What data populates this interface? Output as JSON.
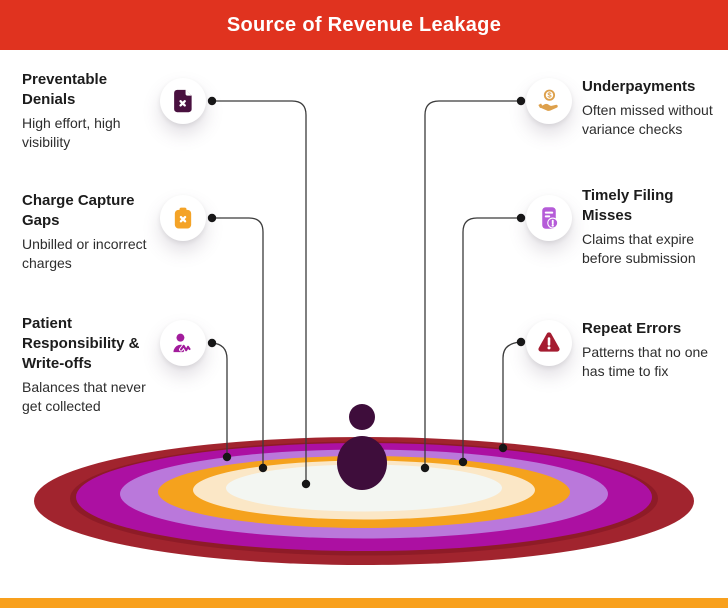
{
  "header": {
    "title": "Source of Revenue Leakage",
    "bg_color": "#E0331F",
    "text_color": "#FFFFFF"
  },
  "sources": {
    "left": [
      {
        "title": "Preventable Denials",
        "description": "High effort, high visibility",
        "icon": "file-x-icon",
        "icon_color": "#49103F"
      },
      {
        "title": "Charge Capture Gaps",
        "description": "Unbilled or incorrect charges",
        "icon": "clipboard-x-icon",
        "icon_color": "#F4A327"
      },
      {
        "title": "Patient Responsibility & Write-offs",
        "description": "Balances that never get collected",
        "icon": "patient-pulse-icon",
        "icon_color": "#A21C9C"
      }
    ],
    "right": [
      {
        "title": "Underpayments",
        "description": "Often missed without variance checks",
        "icon": "hand-coin-icon",
        "icon_color": "#DDA04B"
      },
      {
        "title": "Timely Filing Misses",
        "description": "Claims that expire before submission",
        "icon": "document-clock-icon",
        "icon_color": "#B55CD8"
      },
      {
        "title": "Repeat Errors",
        "description": "Patterns that no one has time to fix",
        "icon": "warning-triangle-icon",
        "icon_color": "#A51C30"
      }
    ]
  },
  "funnel": {
    "rings": [
      {
        "name": "outer-red",
        "color": "#A1242E"
      },
      {
        "name": "dark-rim",
        "color": "#8E1B27"
      },
      {
        "name": "magenta",
        "color": "#AC10A2"
      },
      {
        "name": "light-purple",
        "color": "#BA78DB"
      },
      {
        "name": "orange",
        "color": "#F5A21D"
      },
      {
        "name": "cream",
        "color": "#FBE7C6"
      },
      {
        "name": "white-center",
        "color": "#F3F6F2"
      }
    ],
    "figure_color": "#3E0D3B",
    "connector_color": "#3B3B3B"
  },
  "footer": {
    "bar_color": "#F8A01D"
  }
}
